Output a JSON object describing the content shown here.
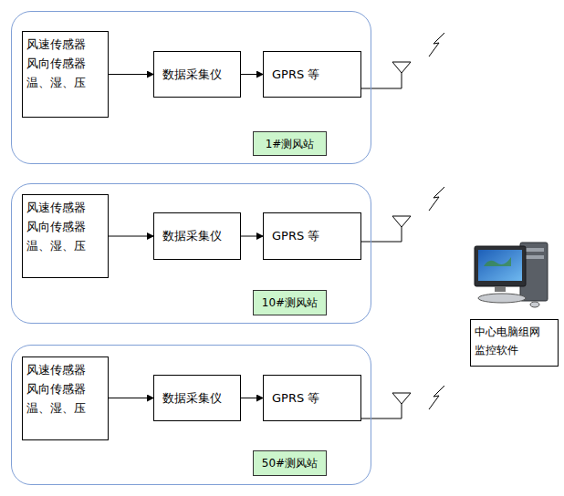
{
  "diagram": {
    "nodes": [
      {
        "text": [
          "1#测风站"
        ]
      },
      {
        "text": [
          "风速传感器",
          "风向传感器",
          "温、湿、压"
        ],
        "in": 0
      },
      {
        "text": [
          "数据采集仪"
        ],
        "in": 0
      },
      {
        "text": [
          "GPRS 等"
        ],
        "in": 0
      },
      {
        "text": [
          "10#测风站"
        ]
      },
      {
        "text": [
          "风速传感器",
          "风向传感器",
          "温、湿、压"
        ],
        "in": 4
      },
      {
        "text": [
          "数据采集仪"
        ],
        "in": 4
      },
      {
        "text": [
          "GPRS 等"
        ],
        "in": 4
      },
      {
        "text": [
          "50#测风站"
        ]
      },
      {
        "text": [
          "风速传感器",
          "风向传感器",
          "温、湿、压"
        ],
        "in": 8
      },
      {
        "text": [
          "数据采集仪"
        ],
        "in": 8
      },
      {
        "text": [
          "GPRS 等"
        ],
        "in": 8
      },
      {
        "text": [
          "中心电脑组网 监控软件"
        ]
      }
    ],
    "edges": [
      {
        "from": 1,
        "to": 2,
        "arrow": "to"
      },
      {
        "from": 2,
        "to": 3,
        "arrow": "to"
      },
      {
        "from": 5,
        "to": 6,
        "arrow": "to"
      },
      {
        "from": 6,
        "to": 7,
        "arrow": "to"
      },
      {
        "from": 9,
        "to": 10,
        "arrow": "to"
      },
      {
        "from": 10,
        "to": 11,
        "arrow": "to"
      }
    ]
  }
}
